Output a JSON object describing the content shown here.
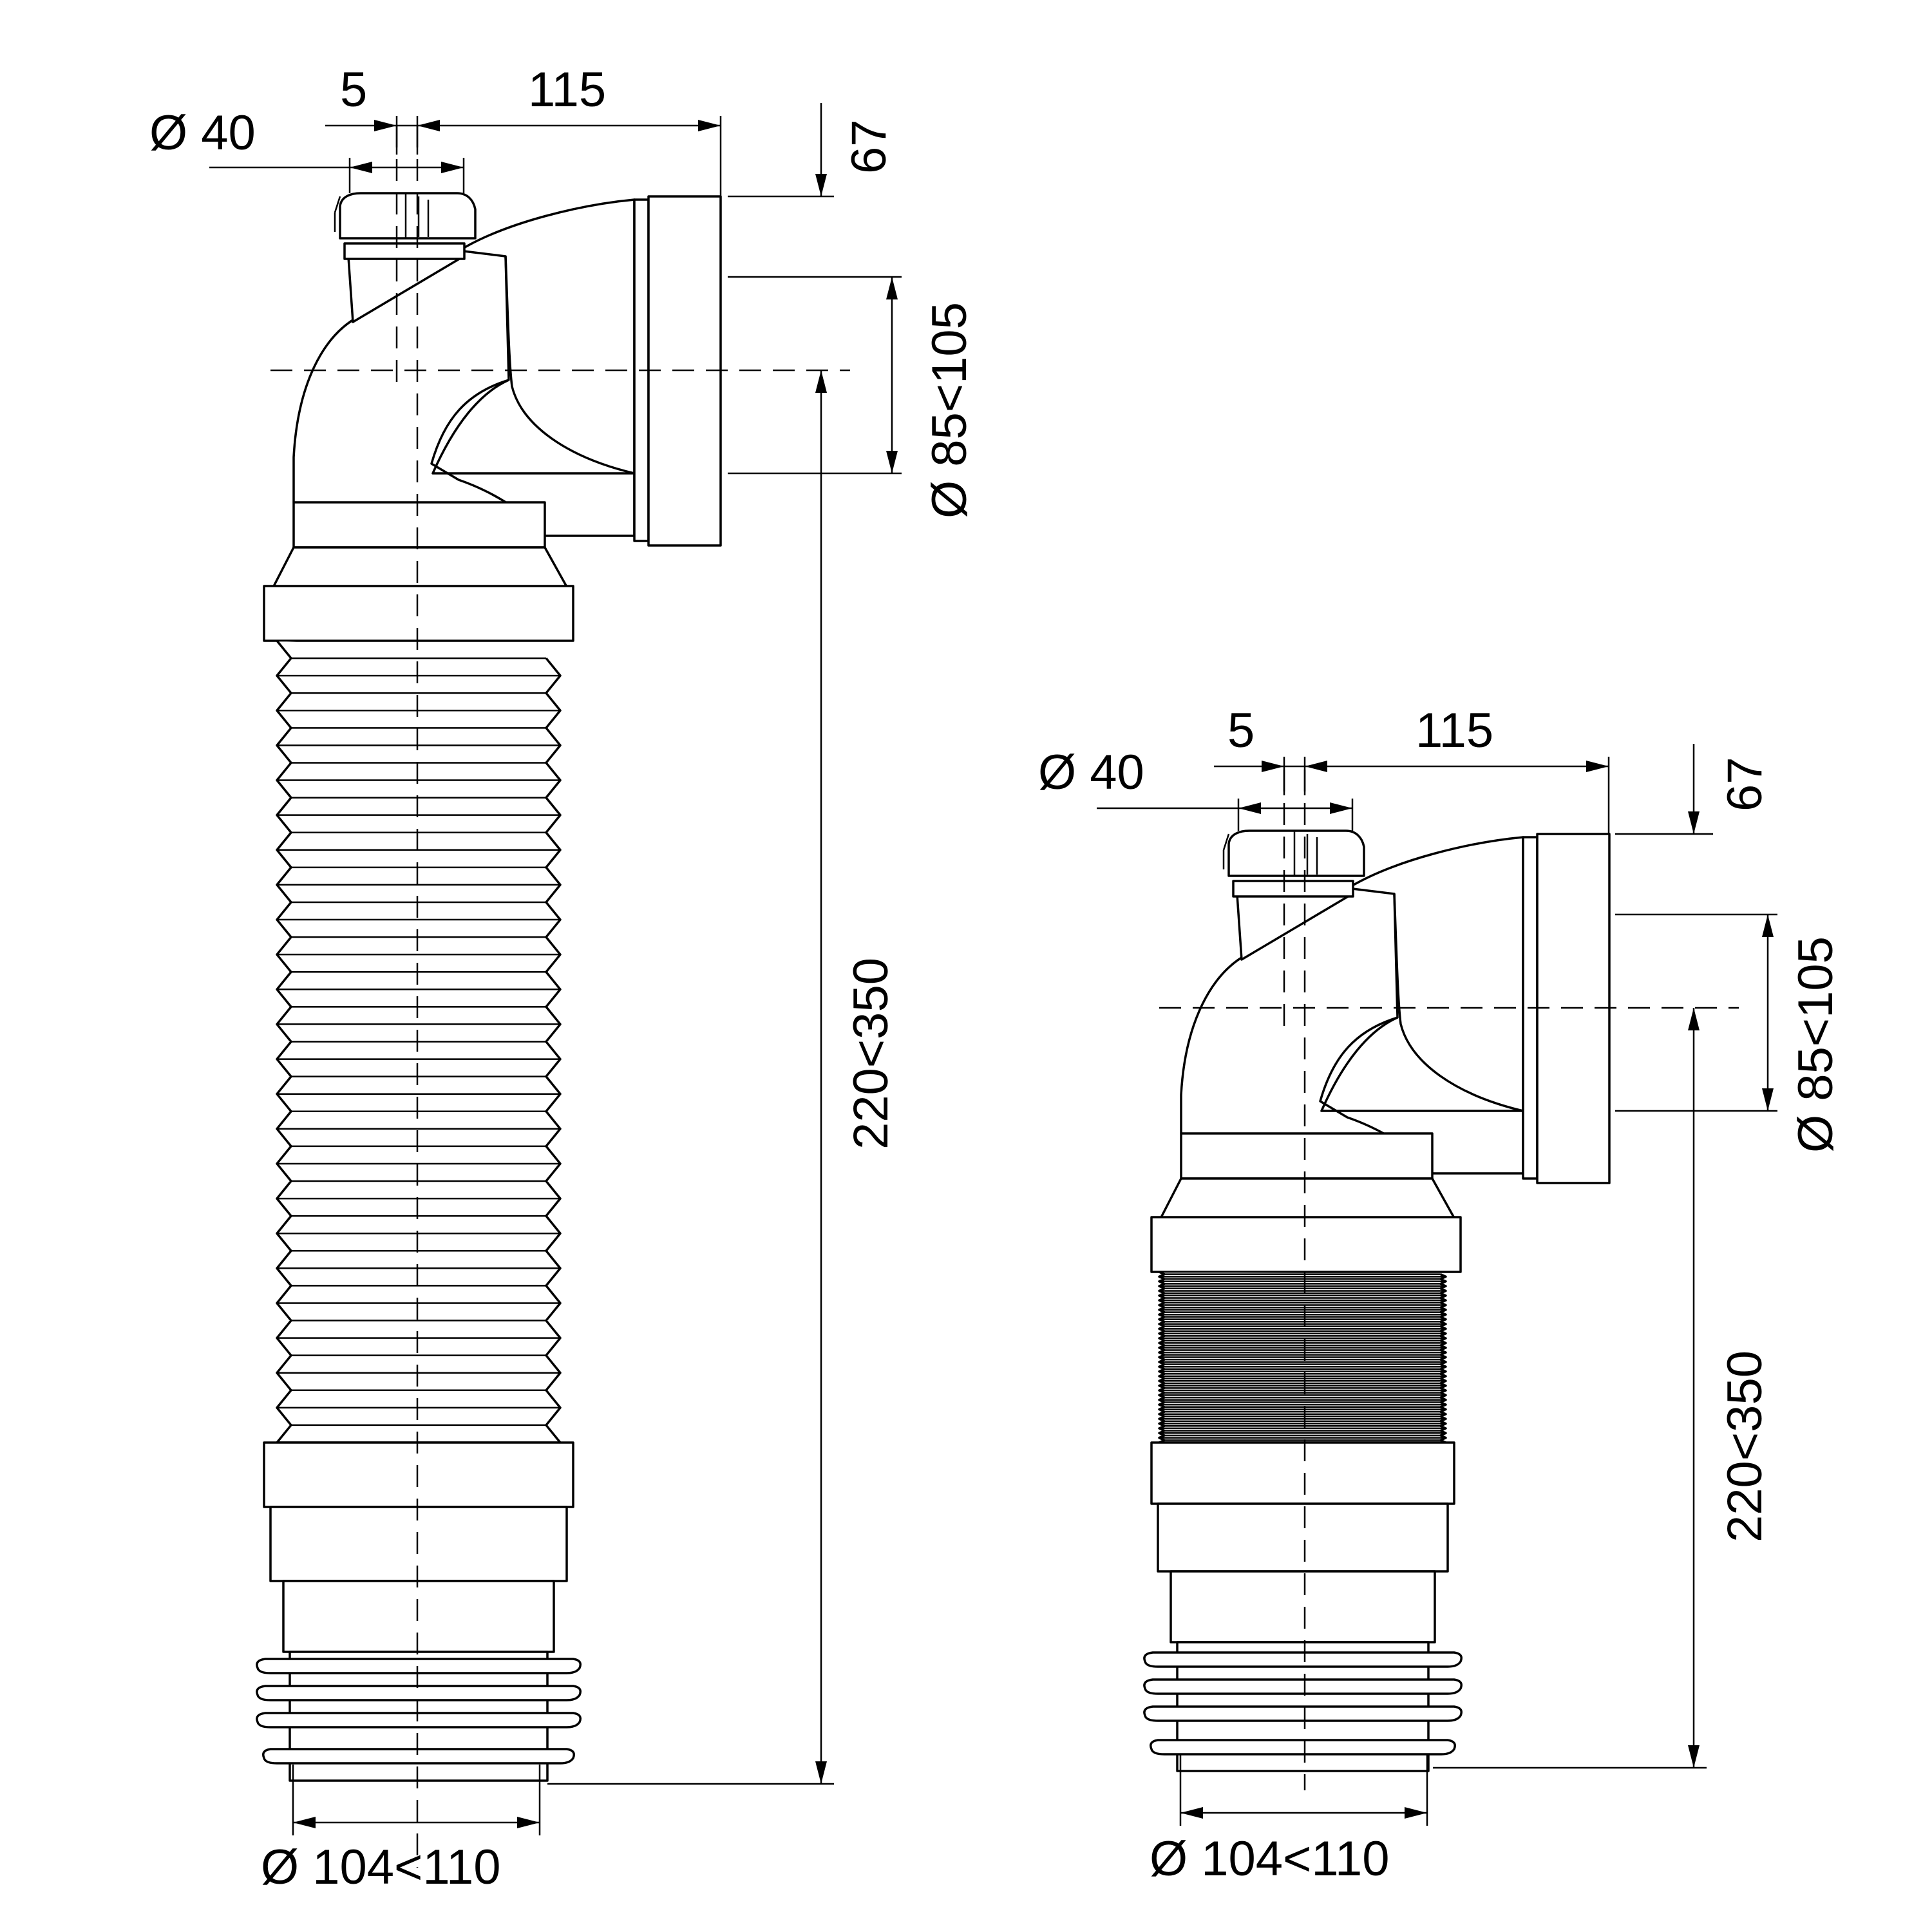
{
  "labels": {
    "diameter_inlet": "Ø 40",
    "offset": "5",
    "horizontal_length": "115",
    "top_gap": "67",
    "diameter_outlet": "Ø 85<105",
    "length_range": "220<350",
    "diameter_base": "Ø 104<110"
  },
  "variants": [
    {
      "name": "long-bellows",
      "bellows_style": "coarse",
      "bellows_folds": 23
    },
    {
      "name": "short-bellows",
      "bellows_style": "fine",
      "bellows_folds": 36
    }
  ]
}
